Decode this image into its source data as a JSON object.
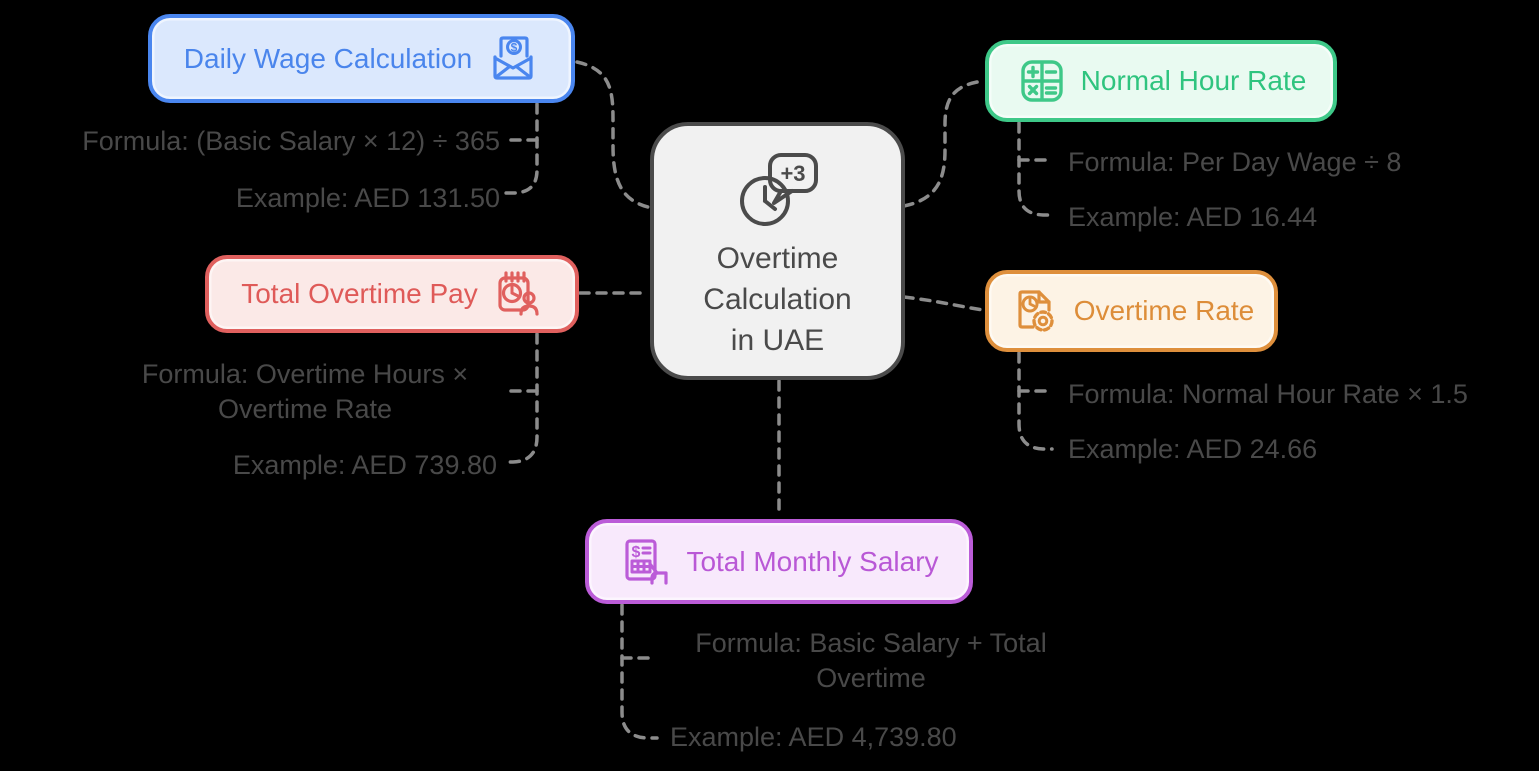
{
  "center": {
    "line1": "Overtime",
    "line2": "Calculation",
    "line3": "in UAE",
    "badge": "+3",
    "fill": "#f1f1f1",
    "border": "#4b4b4b",
    "icon": "clock-plus-3-icon"
  },
  "branches": {
    "daily_wage": {
      "label": "Daily Wage Calculation",
      "formula": "Formula: (Basic Salary × 12) ÷ 365",
      "example": "Example: AED 131.50",
      "accent": "#4a86ef",
      "fill": "#dbe8fd",
      "icon": "envelope-dollar-icon"
    },
    "normal_hour_rate": {
      "label": "Normal Hour Rate",
      "formula": "Formula: Per Day Wage ÷ 8",
      "example": "Example: AED 16.44",
      "accent": "#3ec888",
      "fill": "#e9faf1",
      "icon": "calculator-icon"
    },
    "total_overtime_pay": {
      "label": "Total Overtime Pay",
      "formula": "Formula: Overtime Hours × Overtime Rate",
      "example": "Example: AED 739.80",
      "accent": "#e0605e",
      "fill": "#fbe9e7",
      "icon": "schedule-person-icon"
    },
    "overtime_rate": {
      "label": "Overtime Rate",
      "formula": "Formula: Normal Hour Rate × 1.5",
      "example": "Example: AED 24.66",
      "accent": "#de8f3c",
      "fill": "#fdf3e5",
      "icon": "file-clock-gear-icon"
    },
    "total_monthly_salary": {
      "label": "Total Monthly Salary",
      "formula": "Formula: Basic Salary + Total Overtime",
      "example": "Example: AED 4,739.80",
      "accent": "#bb5cd8",
      "fill": "#f8e9fc",
      "icon": "invoice-hand-icon"
    }
  },
  "glyphs": {
    "dollar": "$"
  },
  "style": {
    "background": "#000000",
    "connector_color": "#8c8c8c",
    "note_text_color": "#494949"
  }
}
